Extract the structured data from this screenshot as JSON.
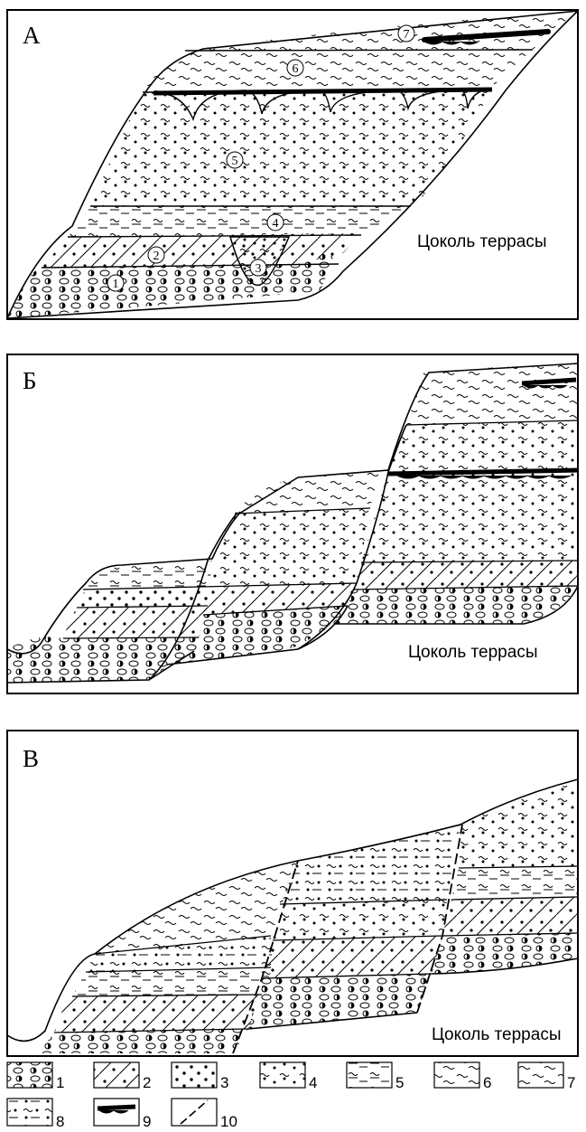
{
  "panels": [
    {
      "letter": "А",
      "caption": "Цоколь террасы"
    },
    {
      "letter": "Б",
      "caption": "Цоколь террасы"
    },
    {
      "letter": "В",
      "caption": "Цоколь террасы"
    }
  ],
  "layer_numbers": [
    "1",
    "2",
    "3",
    "4",
    "5",
    "6",
    "7"
  ],
  "legend": [
    {
      "pattern": "pebbles-icon",
      "number": "1"
    },
    {
      "pattern": "cross-bedded-sand-icon",
      "number": "2"
    },
    {
      "pattern": "sand-icon",
      "number": "3"
    },
    {
      "pattern": "sandy-loam-icon",
      "number": "4"
    },
    {
      "pattern": "loam-icon",
      "number": "5"
    },
    {
      "pattern": "clay-icon",
      "number": "6"
    },
    {
      "pattern": "clay-loam-icon",
      "number": "7"
    },
    {
      "pattern": "mixed-loam-icon",
      "number": "8"
    },
    {
      "pattern": "buried-soil-icon",
      "number": "9"
    },
    {
      "pattern": "fault-icon",
      "number": "10"
    }
  ]
}
